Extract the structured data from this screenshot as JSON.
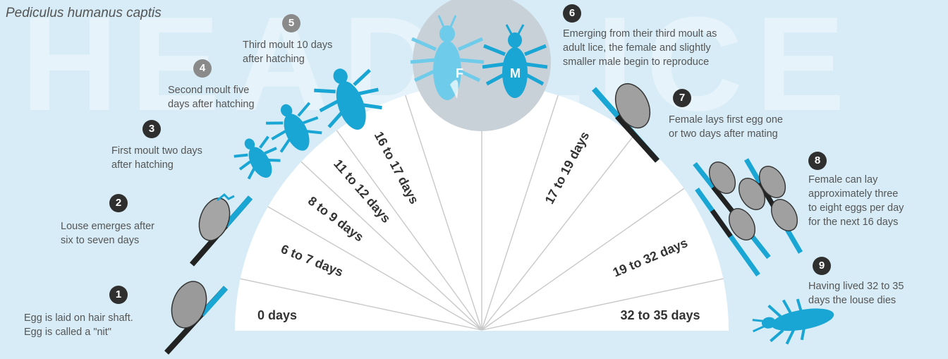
{
  "species": "Pediculus humanus captis",
  "watermark": "HEAD LICE",
  "colors": {
    "background": "#d7ecf6",
    "louse_blue": "#1aa6d4",
    "louse_light": "#55c3e8",
    "hair_blue": "#1aa6d4",
    "hair_dark": "#222222",
    "egg_gray": "#9a9a9a",
    "badge_dark": "#2f2f2f",
    "timeline_white": "#ffffff"
  },
  "steps": [
    {
      "number": "1",
      "text": "Egg is laid on hair shaft.\nEgg is called a \"nit\""
    },
    {
      "number": "2",
      "text": "Louse emerges after\nsix to seven days"
    },
    {
      "number": "3",
      "text": "First moult two days\nafter hatching"
    },
    {
      "number": "4",
      "text": "Second moult five\ndays after hatching"
    },
    {
      "number": "5",
      "text": "Third moult 10 days\nafter hatching"
    },
    {
      "number": "6",
      "text": "Emerging from their third moult as\nadult lice, the female and slightly\nsmaller male begin to reproduce"
    },
    {
      "number": "7",
      "text": "Female lays first egg one\nor two days after mating"
    },
    {
      "number": "8",
      "text": "Female can lay\napproximately three\nto eight eggs per day\nfor the next 16 days"
    },
    {
      "number": "9",
      "text": "Having lived 32 to 35\ndays the louse dies"
    }
  ],
  "adult_labels": {
    "female": "F",
    "male": "M"
  },
  "timeline": {
    "segments": [
      {
        "label": "0 days",
        "angle": 0
      },
      {
        "label": "6 to 7 days",
        "angle": 22
      },
      {
        "label": "8 to 9 days",
        "angle": 37
      },
      {
        "label": "11 to 12 days",
        "angle": 49
      },
      {
        "label": "16 to 17 days",
        "angle": 62
      },
      {
        "label": "17 to 19 days",
        "angle": 118
      },
      {
        "label": "19 to 32 days",
        "angle": 157
      },
      {
        "label": "32 to 35 days",
        "angle": 180
      }
    ],
    "divider_angles": [
      12,
      30,
      43,
      54,
      72,
      90,
      108,
      128,
      145,
      168
    ]
  }
}
